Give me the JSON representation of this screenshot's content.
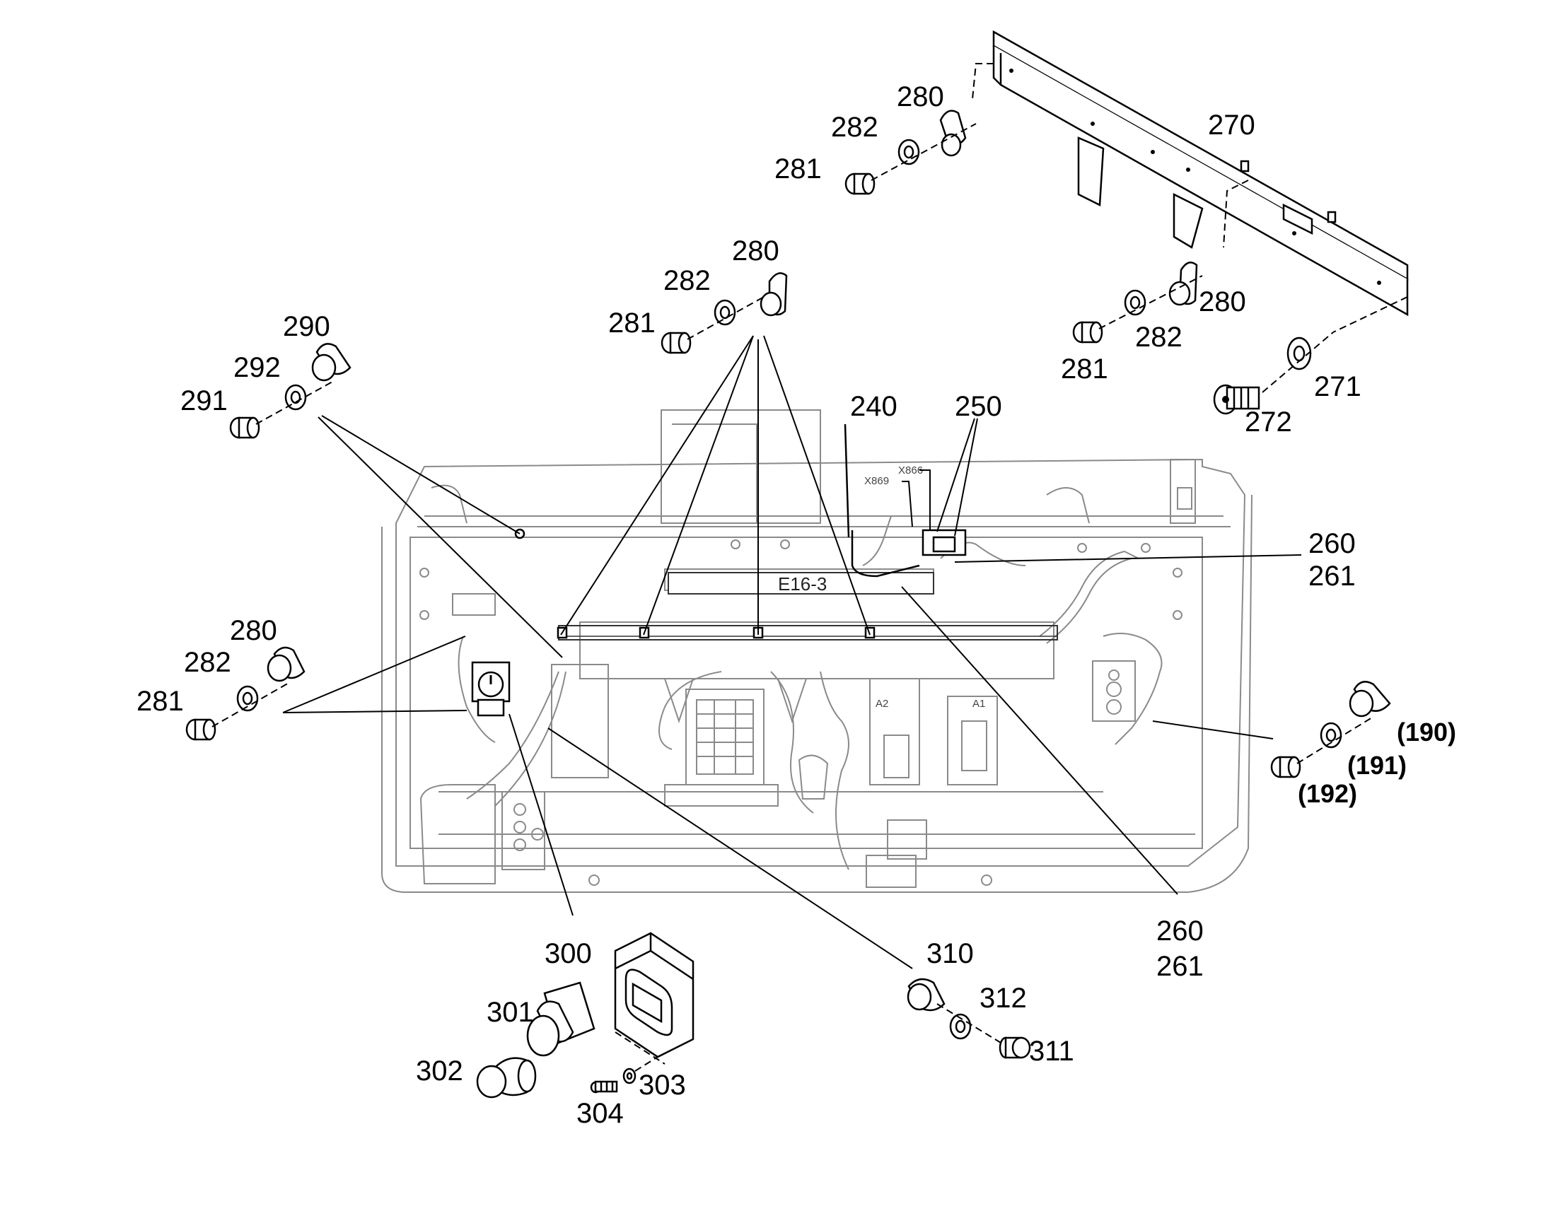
{
  "callouts": {
    "c270": "270",
    "c271": "271",
    "c272": "272",
    "c280a": "280",
    "c281a": "281",
    "c282a": "282",
    "c280b": "280",
    "c281b": "281",
    "c282b": "282",
    "c280c": "280",
    "c281c": "281",
    "c282c": "282",
    "c280d": "280",
    "c281d": "281",
    "c282d": "282",
    "c290": "290",
    "c291": "291",
    "c292": "292",
    "c240": "240",
    "c250": "250",
    "c260a": "260",
    "c261a": "261",
    "c260b": "260",
    "c261b": "261",
    "c300": "300",
    "c301": "301",
    "c302": "302",
    "c303": "303",
    "c304": "304",
    "c310": "310",
    "c311": "311",
    "c312": "312",
    "c190": "(190)",
    "c191": "(191)",
    "c192": "(192)"
  },
  "connector_labels": {
    "x866": "X866",
    "x869": "X869"
  },
  "panel_label": "E16-3",
  "panel_marks": {
    "a2": "A2",
    "a1": "A1"
  }
}
